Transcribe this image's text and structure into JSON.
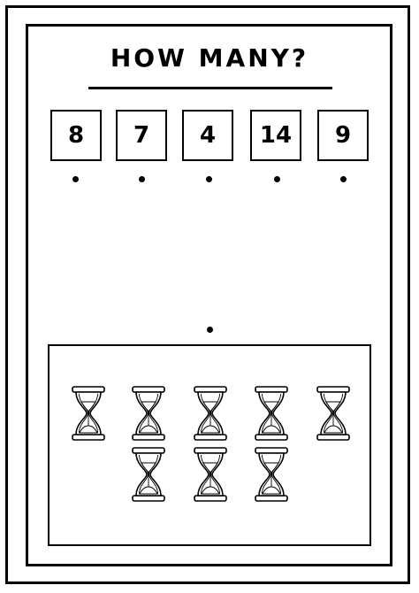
{
  "title": "HOW MANY?",
  "answer_options": [
    "8",
    "7",
    "4",
    "14",
    "9"
  ],
  "items": {
    "icon": "hourglass-icon",
    "count": 8
  }
}
